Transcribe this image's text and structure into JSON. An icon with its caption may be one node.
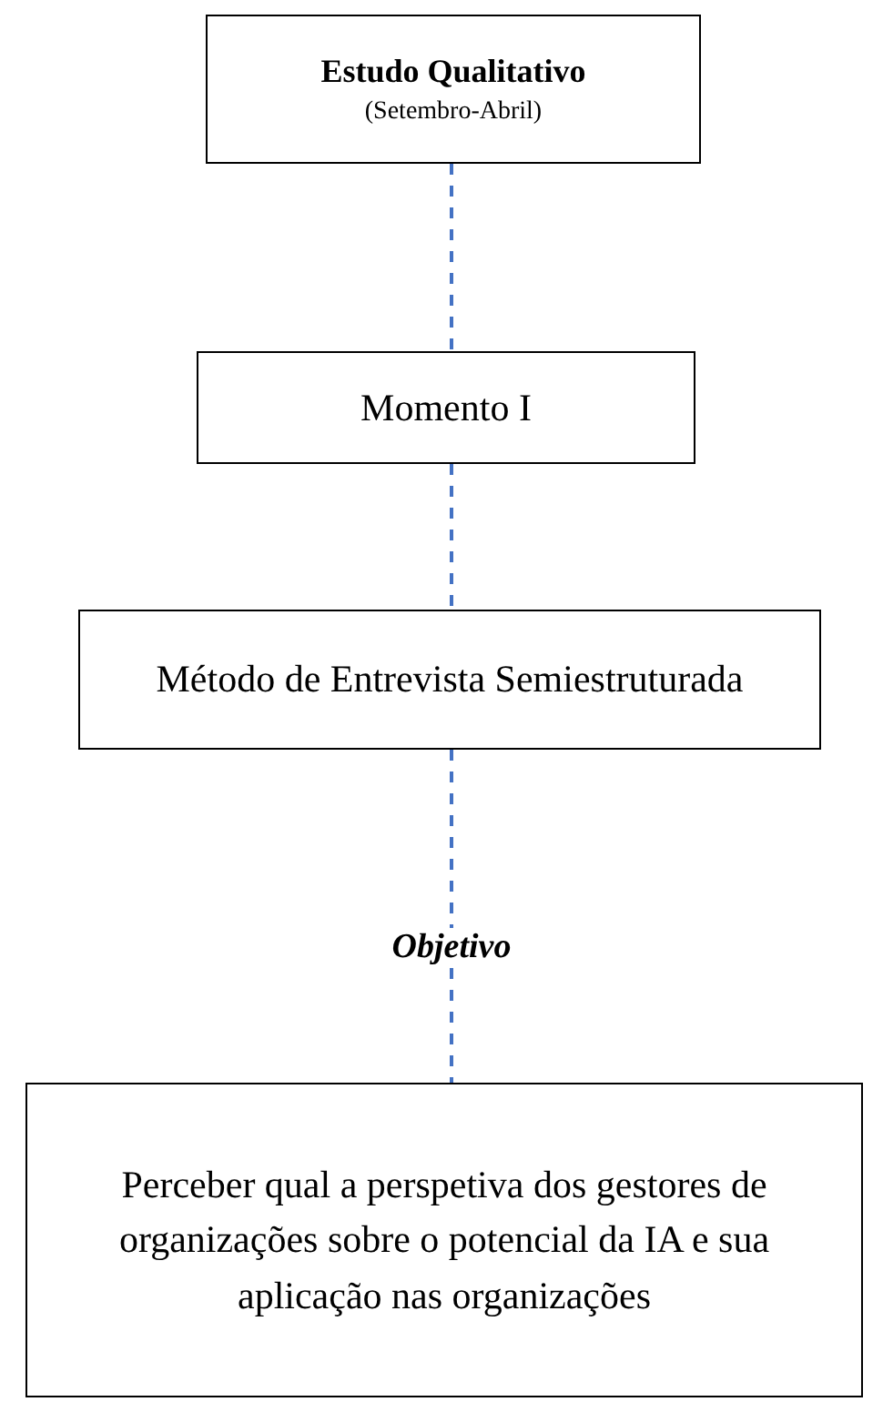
{
  "diagram": {
    "nodes": [
      {
        "text": [
          "Estudo Qualitativo",
          "(Setembro-Abril)"
        ]
      },
      {
        "text": [
          "Momento I"
        ]
      },
      {
        "text": [
          "Método de Entrevista Semiestruturada"
        ]
      },
      {
        "text": [
          "Perceber qual a perspetiva dos gestores de organizações sobre o potencial da IA e sua aplicação nas organizações"
        ]
      }
    ],
    "edges": [
      {
        "from": 0,
        "to": 1,
        "arrow": "none",
        "style": "dashed"
      },
      {
        "from": 1,
        "to": 2,
        "arrow": "none",
        "style": "dashed"
      },
      {
        "from": 2,
        "to": 3,
        "arrow": "none",
        "style": "dashed",
        "label": "Objetivo"
      }
    ]
  }
}
